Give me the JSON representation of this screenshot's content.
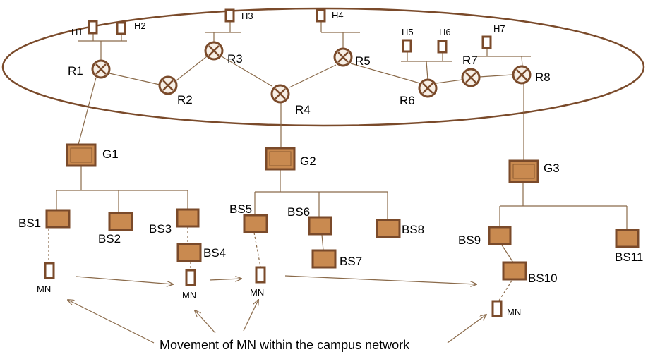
{
  "colors": {
    "outline": "#7a4a2a",
    "fill": "#c98a50",
    "wire": "#8a6a4a",
    "router_fill": "#f7efe6"
  },
  "hosts": {
    "h1": "H1",
    "h2": "H2",
    "h3": "H3",
    "h4": "H4",
    "h5": "H5",
    "h6": "H6",
    "h7": "H7"
  },
  "routers": {
    "r1": "R1",
    "r2": "R2",
    "r3": "R3",
    "r4": "R4",
    "r5": "R5",
    "r6": "R6",
    "r7": "R7",
    "r8": "R8"
  },
  "gateways": {
    "g1": "G1",
    "g2": "G2",
    "g3": "G3"
  },
  "base_stations": {
    "bs1": "BS1",
    "bs2": "BS2",
    "bs3": "BS3",
    "bs4": "BS4",
    "bs5": "BS5",
    "bs6": "BS6",
    "bs7": "BS7",
    "bs8": "BS8",
    "bs9": "BS9",
    "bs10": "BS10",
    "bs11": "BS11"
  },
  "mobile_node": "MN",
  "caption": "Movement of MN within the campus network"
}
